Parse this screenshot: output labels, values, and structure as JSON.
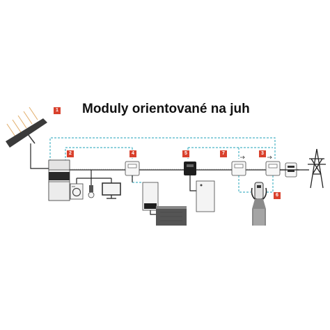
{
  "title": "Moduly orientované na juh",
  "markers": [
    "1",
    "2",
    "4",
    "5",
    "7",
    "3",
    "6"
  ],
  "colors": {
    "accent": "#d9412d",
    "dashed": "#4bb3c6",
    "line": "#222222",
    "device": "#e3e3e3"
  },
  "components": {
    "solar_panel": "solar-panel-icon",
    "inverter_battery": "battery-storage-icon",
    "washing_machine": "washing-machine-icon",
    "lamp": "lamp-icon",
    "tv": "tv-icon",
    "heat_pump": "heat-pump-icon",
    "boiler": "boiler-icon",
    "wallbox": "ev-charger-icon",
    "grid": "power-pylon-icon"
  }
}
